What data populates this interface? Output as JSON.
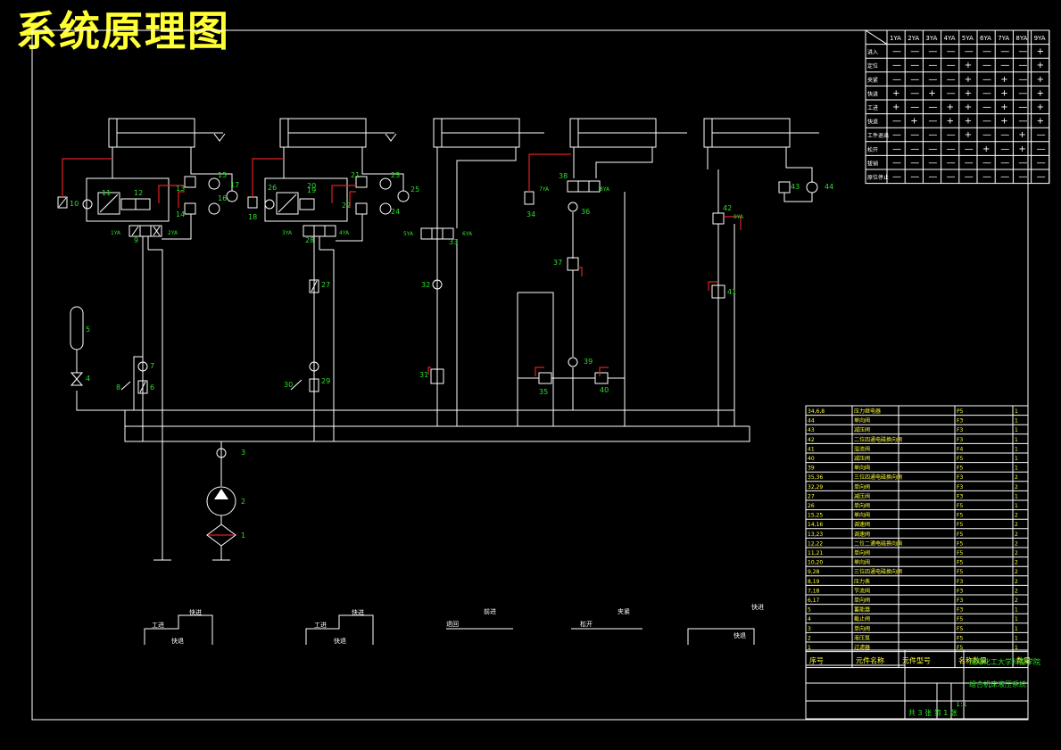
{
  "title": "系统原理图",
  "actuation_table": {
    "columns": [
      "1YA",
      "2YA",
      "3YA",
      "4YA",
      "5YA",
      "6YA",
      "7YA",
      "8YA",
      "9YA"
    ],
    "rows": [
      {
        "label": "进入",
        "cells": [
          "—",
          "—",
          "—",
          "—",
          "—",
          "—",
          "—",
          "—",
          "+"
        ]
      },
      {
        "label": "定位",
        "cells": [
          "—",
          "—",
          "—",
          "—",
          "+",
          "—",
          "—",
          "—",
          "+"
        ]
      },
      {
        "label": "夹紧",
        "cells": [
          "—",
          "—",
          "—",
          "—",
          "+",
          "—",
          "+",
          "—",
          "+"
        ]
      },
      {
        "label": "快进",
        "cells": [
          "+",
          "—",
          "+",
          "—",
          "+",
          "—",
          "+",
          "—",
          "+"
        ]
      },
      {
        "label": "工进",
        "cells": [
          "+",
          "—",
          "—",
          "+",
          "+",
          "—",
          "+",
          "—",
          "+"
        ]
      },
      {
        "label": "快退",
        "cells": [
          "—",
          "+",
          "—",
          "+",
          "+",
          "—",
          "+",
          "—",
          "+"
        ]
      },
      {
        "label": "工件退出",
        "cells": [
          "—",
          "—",
          "—",
          "—",
          "+",
          "—",
          "—",
          "+",
          "—"
        ]
      },
      {
        "label": "松开",
        "cells": [
          "—",
          "—",
          "—",
          "—",
          "—",
          "+",
          "—",
          "+",
          "—"
        ]
      },
      {
        "label": "拔销",
        "cells": [
          "—",
          "—",
          "—",
          "—",
          "—",
          "—",
          "—",
          "—",
          "—"
        ]
      },
      {
        "label": "原位停止",
        "cells": [
          "—",
          "—",
          "—",
          "—",
          "—",
          "—",
          "—",
          "—",
          "—"
        ]
      }
    ]
  },
  "component_labels": [
    "1",
    "2",
    "3",
    "4",
    "5",
    "6",
    "7",
    "8",
    "9",
    "10",
    "11",
    "12",
    "13",
    "14",
    "15",
    "16",
    "17",
    "18",
    "19",
    "20",
    "21",
    "22",
    "23",
    "24",
    "25",
    "26",
    "27",
    "28",
    "29",
    "30",
    "31",
    "32",
    "33",
    "34",
    "35",
    "36",
    "37",
    "38",
    "39",
    "40",
    "41",
    "42",
    "43",
    "44"
  ],
  "solenoid_labels": [
    "1YA",
    "2YA",
    "3YA",
    "4YA",
    "5YA",
    "6YA",
    "7YA",
    "8YA",
    "9YA"
  ],
  "parts_list": {
    "header": [
      "序号",
      "元件名称",
      "元件型号",
      "名称数量",
      "数量"
    ],
    "rows": [
      [
        "34,6,8",
        "压力继电器",
        "",
        "P5",
        "1"
      ],
      [
        "44",
        "单向阀",
        "",
        "F3",
        "1"
      ],
      [
        "43",
        "减压阀",
        "",
        "F3",
        "1"
      ],
      [
        "42",
        "二位四通电磁换向阀",
        "",
        "F3",
        "1"
      ],
      [
        "41",
        "溢流阀",
        "",
        "F4",
        "1"
      ],
      [
        "40",
        "减压阀",
        "",
        "F5",
        "1"
      ],
      [
        "39",
        "单向阀",
        "",
        "F5",
        "1"
      ],
      [
        "35,36",
        "三位四通电磁换向阀",
        "",
        "F3",
        "2"
      ],
      [
        "32,29",
        "单向阀",
        "",
        "F3",
        "2"
      ],
      [
        "27",
        "减压阀",
        "",
        "F3",
        "1"
      ],
      [
        "26",
        "单向阀",
        "",
        "F5",
        "1"
      ],
      [
        "15,25",
        "单向阀",
        "",
        "F5",
        "2"
      ],
      [
        "14,16",
        "调速阀",
        "",
        "F5",
        "2"
      ],
      [
        "13,23",
        "调速阀",
        "",
        "F5",
        "2"
      ],
      [
        "12,22",
        "二位二通电磁换向阀",
        "",
        "F5",
        "2"
      ],
      [
        "11,21",
        "单向阀",
        "",
        "F5",
        "2"
      ],
      [
        "10,20",
        "单向阀",
        "",
        "F5",
        "2"
      ],
      [
        "9,28",
        "三位四通电磁换向阀",
        "",
        "F5",
        "2"
      ],
      [
        "8,19",
        "压力表",
        "",
        "F3",
        "2"
      ],
      [
        "7,18",
        "节流阀",
        "",
        "F3",
        "2"
      ],
      [
        "6,17",
        "单向阀",
        "",
        "F3",
        "2"
      ],
      [
        "5",
        "蓄能器",
        "",
        "F3",
        "1"
      ],
      [
        "4",
        "截止阀",
        "",
        "F5",
        "1"
      ],
      [
        "3",
        "单向阀",
        "",
        "F5",
        "1"
      ],
      [
        "2",
        "液压泵",
        "",
        "F5",
        "1"
      ],
      [
        "1",
        "过滤器",
        "",
        "F5",
        "1"
      ]
    ]
  },
  "title_block": {
    "school": "沈阳化工大学科亚学院",
    "drawing": "组合机床液压系统",
    "scale": "1:1",
    "sheet": "共 3 张  第 1 张"
  },
  "cycle_diagrams": [
    {
      "a": "工进",
      "b": "快进",
      "c": "快退"
    },
    {
      "a": "工进",
      "b": "快进",
      "c": "快退"
    },
    {
      "a": "退回",
      "b": "前进",
      "c": ""
    },
    {
      "a": "松开",
      "b": "夹紧",
      "c": ""
    },
    {
      "a": "",
      "b": "快进",
      "c": "快退"
    }
  ],
  "colors": {
    "title": "#ffff33",
    "lines": "#ffffff",
    "labels": "#29e029",
    "pilot": "#e02020"
  }
}
